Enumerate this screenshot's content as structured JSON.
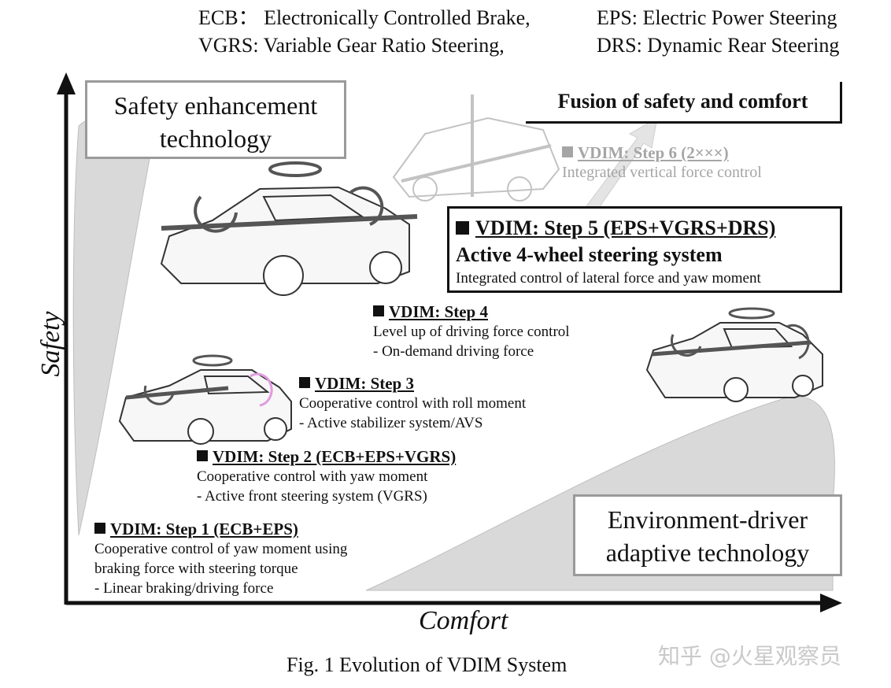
{
  "legend": {
    "ecb": "ECB： Electronically Controlled Brake,",
    "eps": "EPS: Electric Power Steering",
    "vgrs": "VGRS: Variable Gear Ratio Steering,",
    "drs": "DRS: Dynamic Rear Steering"
  },
  "regions": {
    "safety_line1": "Safety enhancement",
    "safety_line2": "technology",
    "fusion": "Fusion of safety and comfort",
    "env_line1": "Environment-driver",
    "env_line2": "adaptive technology"
  },
  "axes": {
    "y": "Safety",
    "x": "Comfort"
  },
  "steps": [
    {
      "title": "VDIM: Step 1 (ECB+EPS)",
      "lines": [
        "Cooperative control of yaw moment using",
        "braking force with steering torque",
        "- Linear braking/driving force"
      ]
    },
    {
      "title": "VDIM: Step 2 (ECB+EPS+VGRS)",
      "lines": [
        "Cooperative control with yaw moment",
        "- Active front steering system (VGRS)"
      ]
    },
    {
      "title": "VDIM: Step 3",
      "lines": [
        "Cooperative control with roll moment",
        "- Active stabilizer system/AVS"
      ]
    },
    {
      "title": "VDIM: Step 4",
      "lines": [
        "Level up of driving force control",
        "- On-demand driving force"
      ]
    },
    {
      "title": "VDIM: Step 5 (EPS+VGRS+DRS)",
      "subtitle": "Active 4-wheel steering system",
      "lines": [
        "Integrated control of lateral force and yaw moment"
      ]
    },
    {
      "title": "VDIM: Step 6 (2×××)",
      "lines": [
        "Integrated vertical force control"
      ]
    }
  ],
  "caption": "Fig. 1 Evolution of VDIM System",
  "watermark": "知乎 @火星观察员",
  "colors": {
    "region_fill": "#d9d9d9",
    "faded_text": "#a5a5a5",
    "axis": "#111111"
  }
}
